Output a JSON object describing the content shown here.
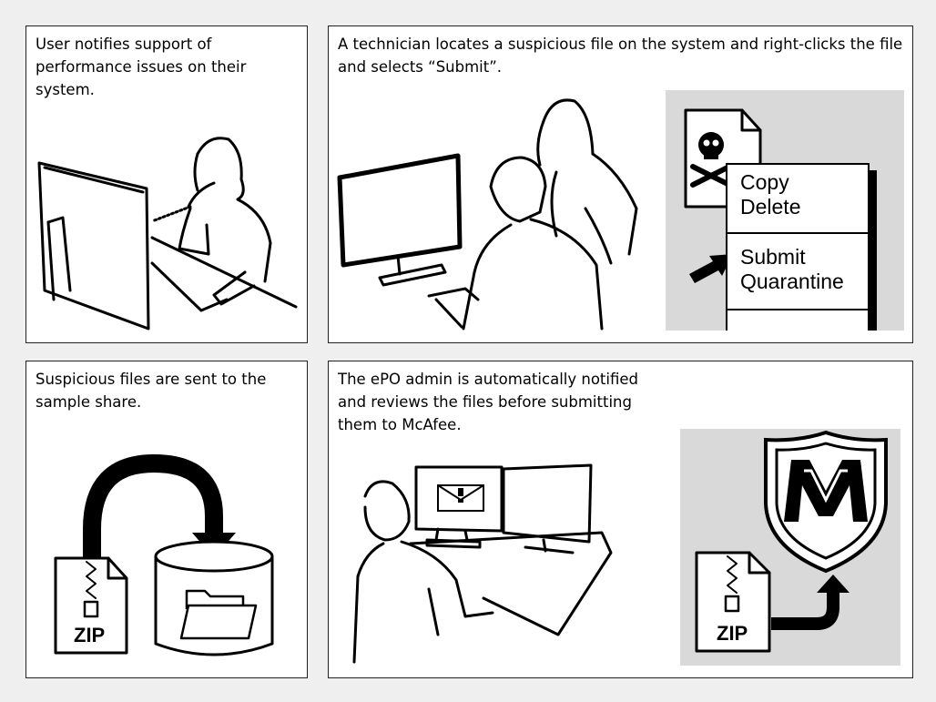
{
  "panels": [
    {
      "caption": "User notifies support of\nperformance issues on their system."
    },
    {
      "caption": "A technician locates a suspicious file on the system and right-clicks the file\nand selects “Submit”."
    },
    {
      "caption": "Suspicious files are sent to the\nsample share."
    },
    {
      "caption": "The ePO admin is automatically notified\nand reviews the files before submitting\nthem to McAfee."
    }
  ],
  "context_menu": {
    "items": [
      "Copy",
      "Delete",
      "Submit",
      "Quarantine"
    ],
    "selected": "Submit"
  },
  "zip_label": "ZIP",
  "icons": [
    "skull-crossbones-icon",
    "pointer-arrow-icon",
    "zip-file-icon",
    "folder-icon",
    "curved-arrow-icon",
    "envelope-alert-icon",
    "mcafee-shield-logo"
  ],
  "colors": {
    "background": "#efefef",
    "panel": "#ffffff",
    "illustration_box": "#d9d9d9",
    "ink": "#000000"
  }
}
